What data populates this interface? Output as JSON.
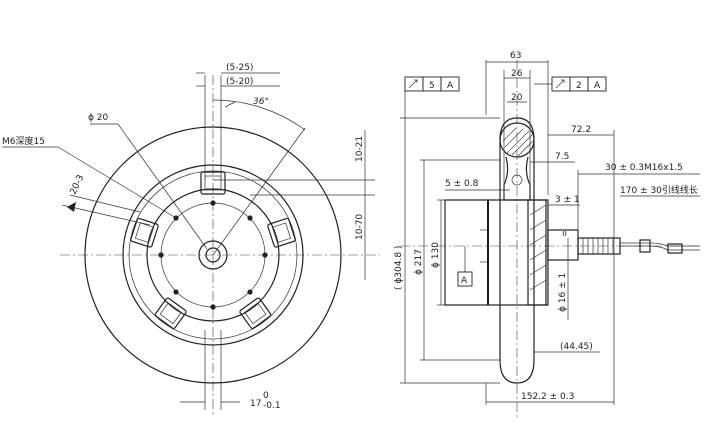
{
  "front_view": {
    "pcd_label": "ϕ 20",
    "thread_label": "M6深度15",
    "gap_label": "20-3",
    "dim_top1": "(5-25)",
    "dim_top2": "(5-20)",
    "angle_label": "36°",
    "right_dim1": "10-21",
    "right_dim2": "10-70",
    "bottom_dim": "17",
    "bottom_tol_upper": "0",
    "bottom_tol_lower": "-0.1"
  },
  "side_view": {
    "dim_63": "63",
    "dim_26": "26",
    "dim_20": "20",
    "dim_72": "72.2",
    "dim_75": "7.5",
    "dim_5": "5 ± 0.8",
    "dim_3": "3 ± 1",
    "dim_thread": "30 ± 0.3M16x1.5",
    "dim_lead": "170 ± 30引线线长",
    "dim_d304": "( ϕ304.8 )",
    "dim_d217": "ϕ 217",
    "dim_d130": "ϕ 130",
    "dim_d16": "ϕ 16 ± 1",
    "dim_4445": "(44.45)",
    "dim_152": "152.2 ± 0.3",
    "datum_label": "A",
    "runout_left_value": "5",
    "runout_left_datum": "A",
    "runout_right_value": "2",
    "runout_right_datum": "A",
    "shaft_label": "ıı"
  }
}
